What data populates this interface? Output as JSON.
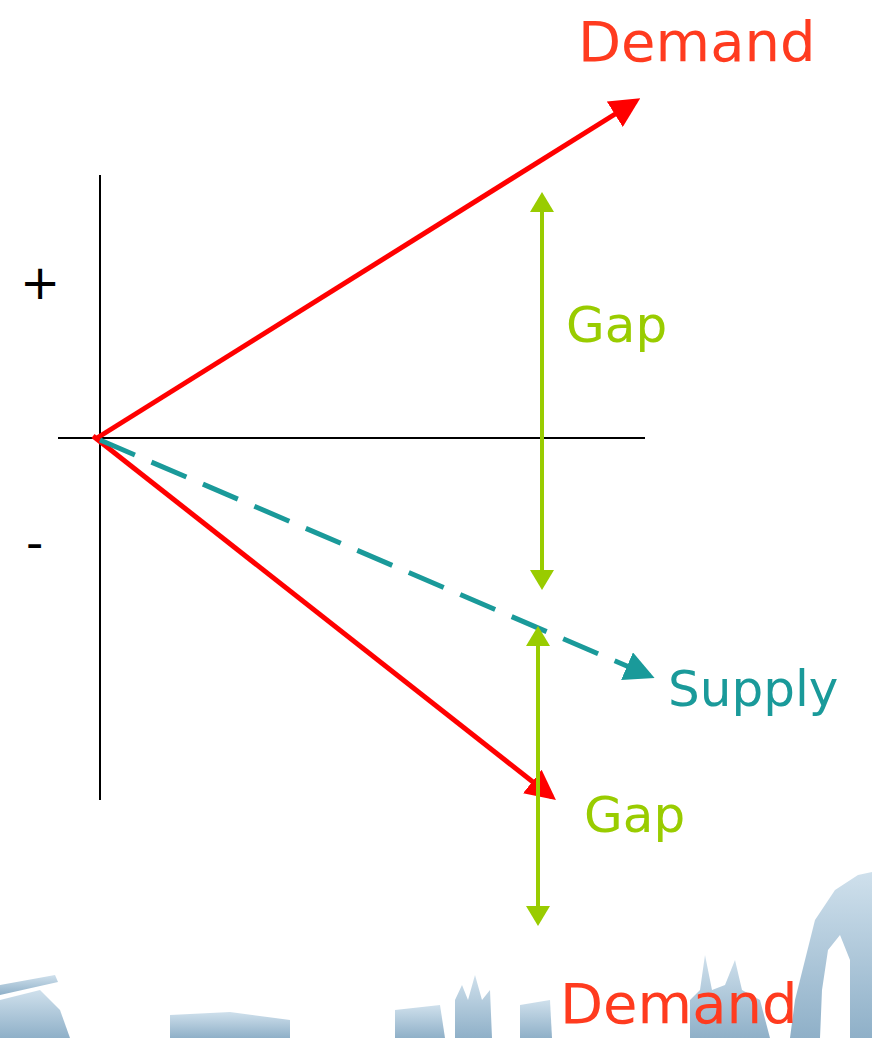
{
  "diagram": {
    "labels": [
      "Demand",
      "+",
      "Gap",
      "-",
      "Supply",
      "Gap",
      "Demand"
    ]
  }
}
